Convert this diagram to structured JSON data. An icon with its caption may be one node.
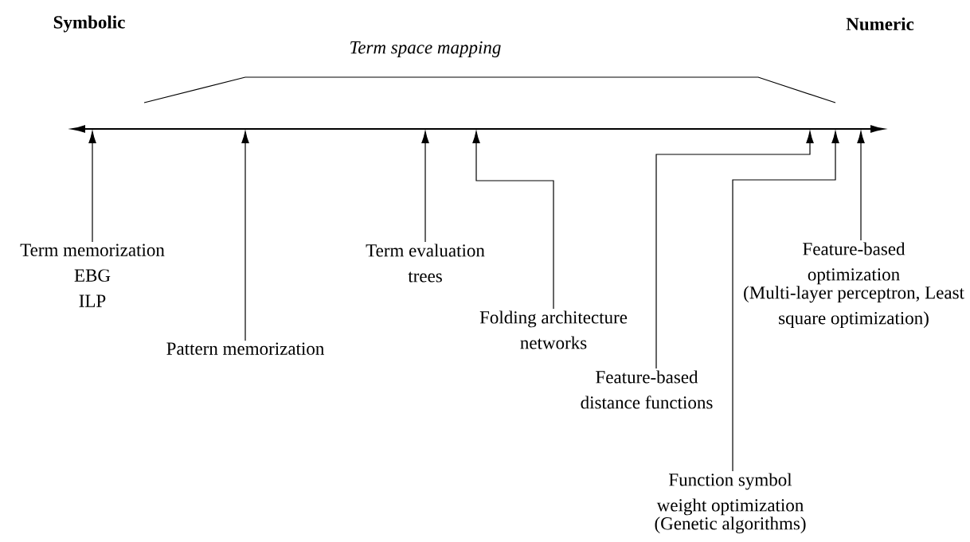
{
  "diagram": {
    "nodes": [
      {
        "text": [
          "Term memorization",
          "EBG",
          "ILP"
        ]
      },
      {
        "text": [
          "Pattern memorization"
        ]
      },
      {
        "text": [
          "Term evaluation trees"
        ]
      },
      {
        "text": [
          "Folding architecture networks"
        ]
      },
      {
        "text": [
          "Feature-based distance functions"
        ]
      },
      {
        "text": [
          "Function symbol weight optimization",
          "(Genetic algorithms)"
        ]
      },
      {
        "text": [
          "Feature-based optimization",
          "(Multi-layer perceptron, Least square optimization)"
        ]
      }
    ],
    "edges": [
      {
        "from": 0,
        "to": null,
        "arrow": "to"
      },
      {
        "from": 1,
        "to": null,
        "arrow": "to"
      },
      {
        "from": 2,
        "to": null,
        "arrow": "to"
      },
      {
        "from": 3,
        "to": null,
        "arrow": "to"
      },
      {
        "from": 4,
        "to": null,
        "arrow": "to"
      },
      {
        "from": 5,
        "to": null,
        "arrow": "to"
      },
      {
        "from": 6,
        "to": null,
        "arrow": "to"
      }
    ],
    "labels": [
      "Symbolic",
      "Numeric",
      "Term space mapping"
    ]
  }
}
